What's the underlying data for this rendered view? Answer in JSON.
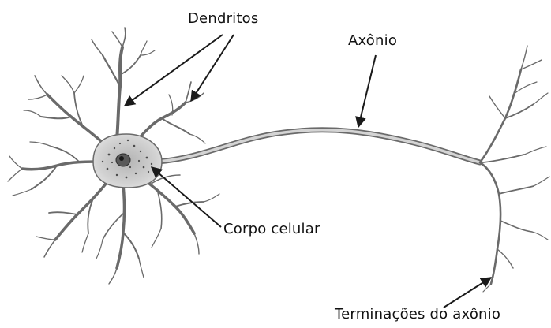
{
  "diagram": {
    "labels": {
      "dendrites": "Dendritos",
      "axon": "Axônio",
      "cell_body": "Corpo celular",
      "axon_terminals": "Terminações do axônio"
    }
  },
  "colors": {
    "background": "#ffffff",
    "outline": "#5a5a5a",
    "cell_fill": "#c8c8c8",
    "nucleus": "#3a3a3a",
    "arrow": "#1a1a1a"
  }
}
